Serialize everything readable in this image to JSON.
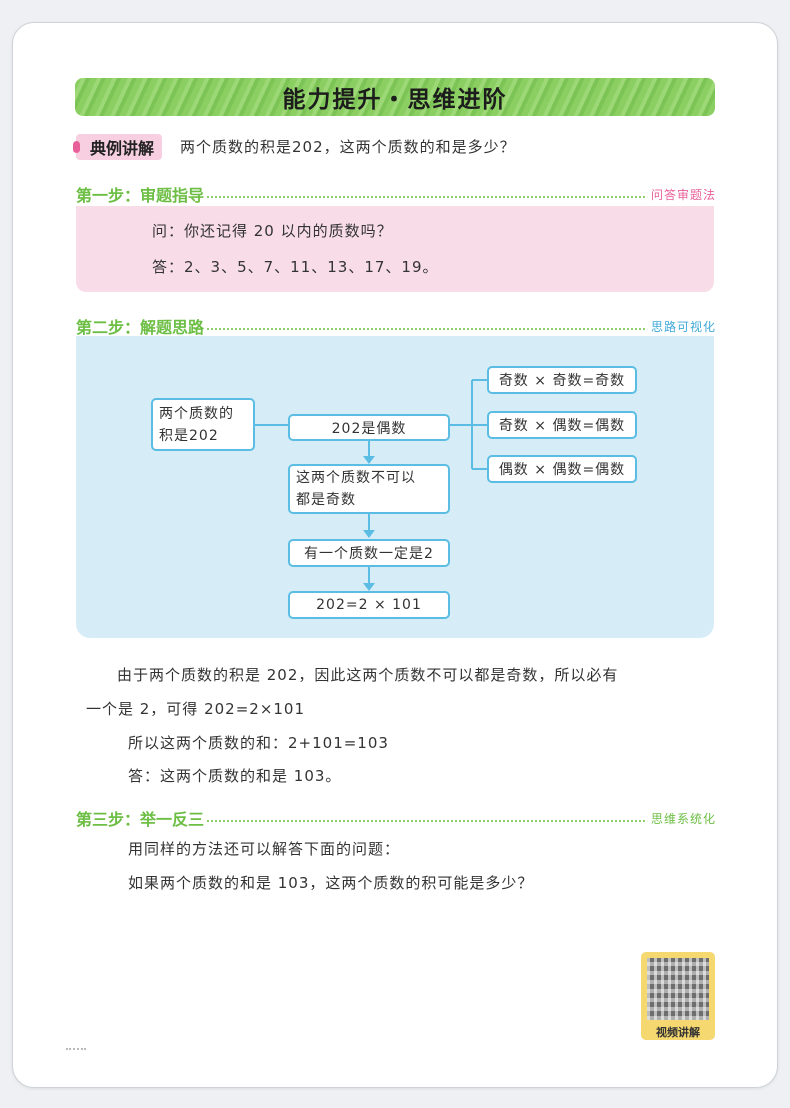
{
  "banner_title": "能力提升・思维进阶",
  "example": {
    "tag": "典例讲解",
    "question": "两个质数的积是202，这两个质数的和是多少？"
  },
  "step1": {
    "title": "第一步：审题指导",
    "method": "问答审题法",
    "q": "问：你还记得 20 以内的质数吗？",
    "a": "答：2、3、5、7、11、13、17、19。"
  },
  "step2": {
    "title": "第二步：解题思路",
    "method": "思路可视化",
    "diagram": {
      "start": [
        "两个质数的",
        "积是202"
      ],
      "center": "202是偶数",
      "rules": [
        "奇数 × 奇数=奇数",
        "奇数 × 偶数=偶数",
        "偶数 × 偶数=偶数"
      ],
      "chain": [
        [
          "这两个质数不可以",
          "都是奇数"
        ],
        "有一个质数一定是2",
        "202=2 × 101"
      ]
    }
  },
  "explanation": {
    "line1": "由于两个质数的积是 202，因此这两个质数不可以都是奇数，所以必有",
    "line2": "一个是 2，可得 202=2×101",
    "line3": "所以这两个质数的和：2+101=103",
    "line4": "答：这两个质数的和是 103。"
  },
  "step3": {
    "title": "第三步：举一反三",
    "method": "思维系统化",
    "line1": "用同样的方法还可以解答下面的问题：",
    "line2": "如果两个质数的和是 103，这两个质数的积可能是多少？"
  },
  "qr_label": "视频讲解",
  "colors": {
    "green": "#6dbe45",
    "pink": "#e8609a",
    "blue_line": "#5cbde4",
    "pink_bg": "#f8dde8",
    "blue_bg": "#d6edf8"
  }
}
